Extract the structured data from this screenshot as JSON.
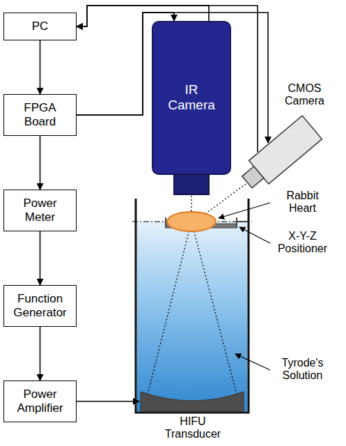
{
  "diagram": {
    "nodes": [
      {
        "text": [
          "PC"
        ]
      },
      {
        "text": [
          "FPGA Board"
        ]
      },
      {
        "text": [
          "Power Meter"
        ]
      },
      {
        "text": [
          "Function Generator"
        ]
      },
      {
        "text": [
          "Power Amplifier"
        ]
      },
      {
        "text": [
          "IR Camera"
        ]
      },
      {
        "text": [
          "CMOS Camera"
        ]
      },
      {
        "text": [
          "HIFU Transducer"
        ]
      }
    ],
    "edges": [
      {
        "from": 0,
        "to": 1,
        "arrow": "to"
      },
      {
        "from": 1,
        "to": 2,
        "arrow": "to"
      },
      {
        "from": 2,
        "to": 3,
        "arrow": "to"
      },
      {
        "from": 3,
        "to": 4,
        "arrow": "to"
      },
      {
        "from": 4,
        "to": 7,
        "arrow": "to"
      },
      {
        "from": 1,
        "to": 5,
        "arrow": "to"
      },
      {
        "from": 1,
        "to": 6,
        "arrow": "to"
      },
      {
        "from": 5,
        "to": 0,
        "arrow": "to"
      },
      {
        "from": 6,
        "to": 0,
        "arrow": "to"
      }
    ],
    "labels": [
      "Rabbit Heart",
      "X-Y-Z Positioner",
      "Tyrode's Solution"
    ]
  }
}
